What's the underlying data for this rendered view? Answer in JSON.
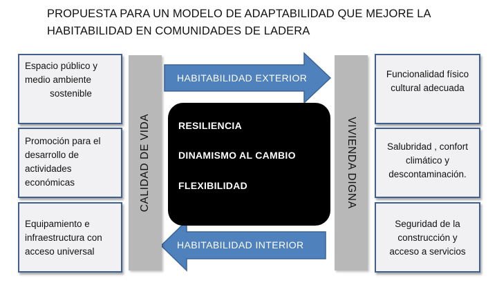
{
  "title": {
    "line1": "PROPUESTA PARA UN  MODELO DE ADAPTABILIDAD QUE MEJORE LA",
    "line2": "HABITABILIDAD EN COMUNIDADES DE LADERA"
  },
  "left_boxes": [
    {
      "line1": "Espacio público y",
      "line2": "medio ambiente",
      "line3": "sostenible",
      "line4": ""
    },
    {
      "line1": "Promoción para el",
      "line2": "desarrollo de",
      "line3": "actividades",
      "line4": "económicas"
    },
    {
      "line1": "Equipamiento e",
      "line2": "infraestructura con",
      "line3": "acceso universal",
      "line4": ""
    }
  ],
  "right_boxes": [
    {
      "line1": "Funcionalidad físico",
      "line2": "cultural adecuada",
      "line3": ""
    },
    {
      "line1": "Salubridad , confort",
      "line2": "climático y",
      "line3": "descontaminación."
    },
    {
      "line1": "Seguridad de la",
      "line2": "construcción y",
      "line3": "acceso a servicios"
    }
  ],
  "left_bar_label": "CALIDAD DE VIDA",
  "right_bar_label": "VIVIENDA DIGNA",
  "center_items": [
    "RESILIENCIA",
    "DINAMISMO  AL CAMBIO",
    "FLEXIBILIDAD"
  ],
  "top_arrow_label": "HABITABILIDAD  EXTERIOR",
  "bottom_arrow_label": "HABITABILIDAD  INTERIOR",
  "colors": {
    "arrow_fill": "#4f81bd",
    "arrow_stroke": "#3a6496",
    "box_border": "#3f5f8f",
    "box_fill": "#f1f1f3",
    "bar_fill": "#b8b8b8",
    "center_fill": "#000000"
  }
}
